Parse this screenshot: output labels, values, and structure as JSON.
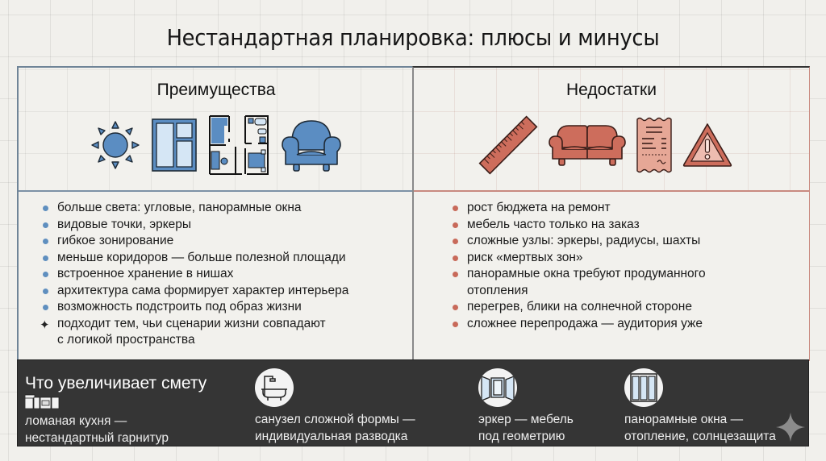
{
  "title": "Нестандартная планировка: плюсы и минусы",
  "advantages": {
    "heading": "Преимущества",
    "icons": [
      "sun-icon",
      "window-icon",
      "floor-plan-icon",
      "armchair-icon"
    ],
    "items": [
      "больше света: угловые, панорамные окна",
      "видовые точки, эркеры",
      "гибкое зонирование",
      "меньше коридоров — больше полезной площади",
      "встроенное хранение в нишах",
      "архитектура сама формирует характер интерьера",
      "возможность подстроить под образ жизни"
    ],
    "highlight": "подходит тем, чьи сценарии жизни совпадают с логикой пространства",
    "highlight_line1": "подходит тем, чьи сценарии жизни совпадают",
    "highlight_line2": "с логикой пространства",
    "accent_color": "#5f8fbf"
  },
  "disadvantages": {
    "heading": "Недостатки",
    "icons": [
      "ruler-icon",
      "sofa-icon",
      "receipt-icon",
      "warning-icon"
    ],
    "items": [
      "рост бюджета на ремонт",
      "мебель часто только на заказ",
      "сложные узлы: эркеры, радиусы, шахты",
      "риск «мертвых зон»",
      "панорамные окна требуют продуманного отопления",
      "перегрев, блики на солнечной стороне",
      "сложнее перепродажа — аудитория уже"
    ],
    "accent_color": "#c86a5a"
  },
  "cost_section": {
    "title": "Что увеличивает смету",
    "items": [
      {
        "icon": "kitchen-icon",
        "line1": "ломаная кухня —",
        "line2": "нестандартный гарнитур"
      },
      {
        "icon": "bathtub-icon",
        "line1": "санузел сложной формы —",
        "line2": "индивидуальная разводка"
      },
      {
        "icon": "bay-window-icon",
        "line1": "эркер — мебель",
        "line2": "под геометрию"
      },
      {
        "icon": "panoramic-window-icon",
        "line1": "панорамные окна —",
        "line2": "отопление, солнцезащита"
      }
    ],
    "background_color": "#353535"
  }
}
